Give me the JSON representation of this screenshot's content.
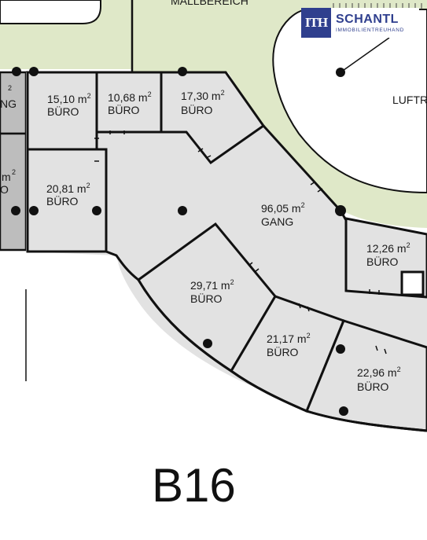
{
  "colors": {
    "green_area": "#dfe8c8",
    "room_fill": "#e2e2e2",
    "dark_room_fill": "#bdbdbd",
    "wall": "#111111",
    "logo_blue": "#2f3f8e"
  },
  "labels": {
    "top_area": "MALLBEREICH",
    "right_area": "LUFTR",
    "building": "B16",
    "left_partial_top": "NG",
    "left_partial_top_sup": "2",
    "left_partial_mid": "m",
    "left_partial_mid_sup": "2",
    "left_partial_bot": "O"
  },
  "rooms": [
    {
      "area": "15,10 m",
      "sup": "2",
      "type": "BÜRO"
    },
    {
      "area": "10,68 m",
      "sup": "2",
      "type": "BÜRO"
    },
    {
      "area": "17,30 m",
      "sup": "2",
      "type": "BÜRO"
    },
    {
      "area": "20,81 m",
      "sup": "2",
      "type": "BÜRO"
    },
    {
      "area": "96,05 m",
      "sup": "2",
      "type": "GANG"
    },
    {
      "area": "12,26 m",
      "sup": "2",
      "type": "BÜRO"
    },
    {
      "area": "29,71 m",
      "sup": "2",
      "type": "BÜRO"
    },
    {
      "area": "21,17 m",
      "sup": "2",
      "type": "BÜRO"
    },
    {
      "area": "22,96 m",
      "sup": "2",
      "type": "BÜRO"
    }
  ],
  "logo": {
    "mark": "ITH",
    "name": "SCHANTL",
    "subtitle": "IMMOBILIENTREUHAND"
  }
}
